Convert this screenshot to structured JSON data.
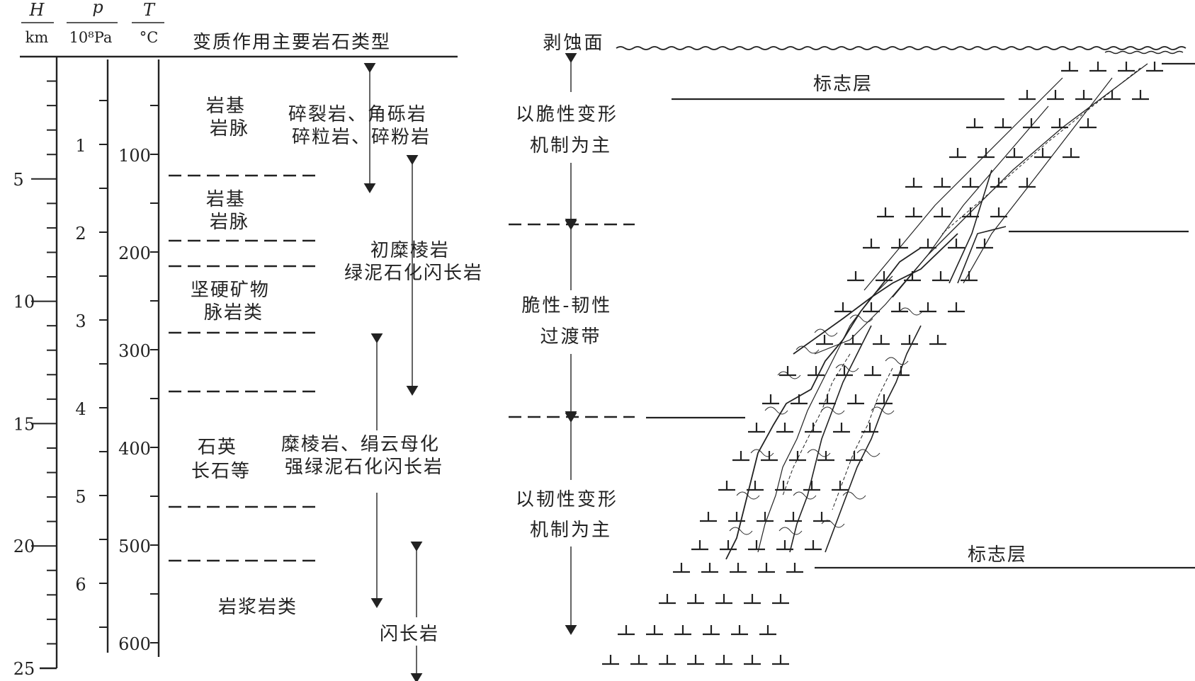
{
  "header": {
    "H_symbol": "H",
    "H_unit": "km",
    "P_symbol": "p",
    "P_unit": "10⁸Pa",
    "T_symbol": "T",
    "T_unit": "°C",
    "rock_types_title": "变质作用主要岩石类型"
  },
  "scales": {
    "depth_km": [
      {
        "value": 5,
        "label": "5"
      },
      {
        "value": 10,
        "label": "10"
      },
      {
        "value": 15,
        "label": "15"
      },
      {
        "value": 20,
        "label": "20"
      },
      {
        "value": 25,
        "label": "25"
      }
    ],
    "pressure": [
      {
        "value": 1,
        "label": "1"
      },
      {
        "value": 2,
        "label": "2"
      },
      {
        "value": 3,
        "label": "3"
      },
      {
        "value": 4,
        "label": "4"
      },
      {
        "value": 5,
        "label": "5"
      },
      {
        "value": 6,
        "label": "6"
      }
    ],
    "temperature": [
      {
        "value": 100,
        "label": "100"
      },
      {
        "value": 200,
        "label": "200"
      },
      {
        "value": 300,
        "label": "300"
      },
      {
        "value": 400,
        "label": "400"
      },
      {
        "value": 500,
        "label": "500"
      },
      {
        "value": 600,
        "label": "600"
      }
    ]
  },
  "vein_types": [
    {
      "lines": [
        "岩基",
        "岩脉"
      ]
    },
    {
      "lines": [
        "岩基",
        "岩脉"
      ]
    },
    {
      "lines": [
        "坚硬矿物",
        "脉岩类"
      ]
    },
    {
      "lines": [
        "石英",
        "长石等"
      ]
    },
    {
      "lines": [
        "岩浆岩类"
      ]
    }
  ],
  "rock_types": [
    {
      "lines": [
        "碎裂岩、角砾岩",
        "碎粒岩、碎粉岩"
      ]
    },
    {
      "lines": [
        "初糜棱岩",
        "绿泥石化闪长岩"
      ]
    },
    {
      "lines": [
        "糜棱岩、绢云母化",
        "强绿泥石化闪长岩"
      ]
    },
    {
      "lines": [
        "闪长岩"
      ]
    }
  ],
  "deformation_zones": {
    "surface": "剥蚀面",
    "brittle": [
      "以脆性变形",
      "机制为主"
    ],
    "transition": [
      "脆性-韧性",
      "过渡带"
    ],
    "ductile": [
      "以韧性变形",
      "机制为主"
    ]
  },
  "marker_layers": {
    "upper": "标志层",
    "lower": "标志层"
  }
}
